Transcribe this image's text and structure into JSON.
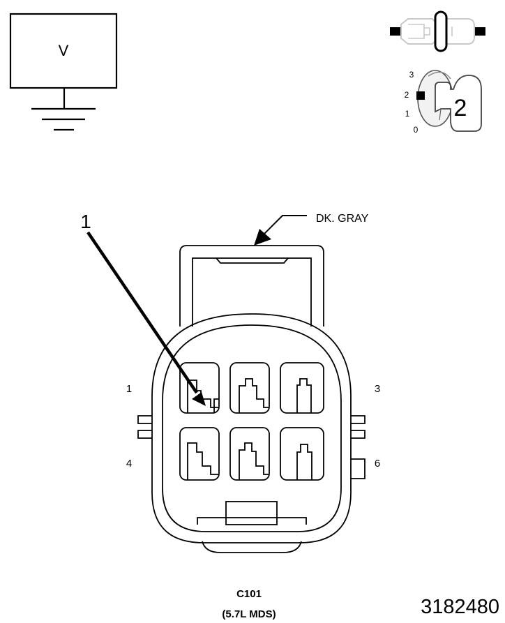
{
  "voltmeter": {
    "symbol": "V"
  },
  "ignition": {
    "positions": [
      "3",
      "2",
      "1",
      "0"
    ],
    "selected_position": "2",
    "selected_label": "2"
  },
  "callout": {
    "number": "1"
  },
  "wire_color_label": "DK. GRAY",
  "pin_labels": {
    "top_left": "1",
    "top_right": "3",
    "bottom_left": "4",
    "bottom_right": "6"
  },
  "connector": {
    "id": "C101",
    "description": "(5.7L MDS)"
  },
  "figure_number": "3182480"
}
